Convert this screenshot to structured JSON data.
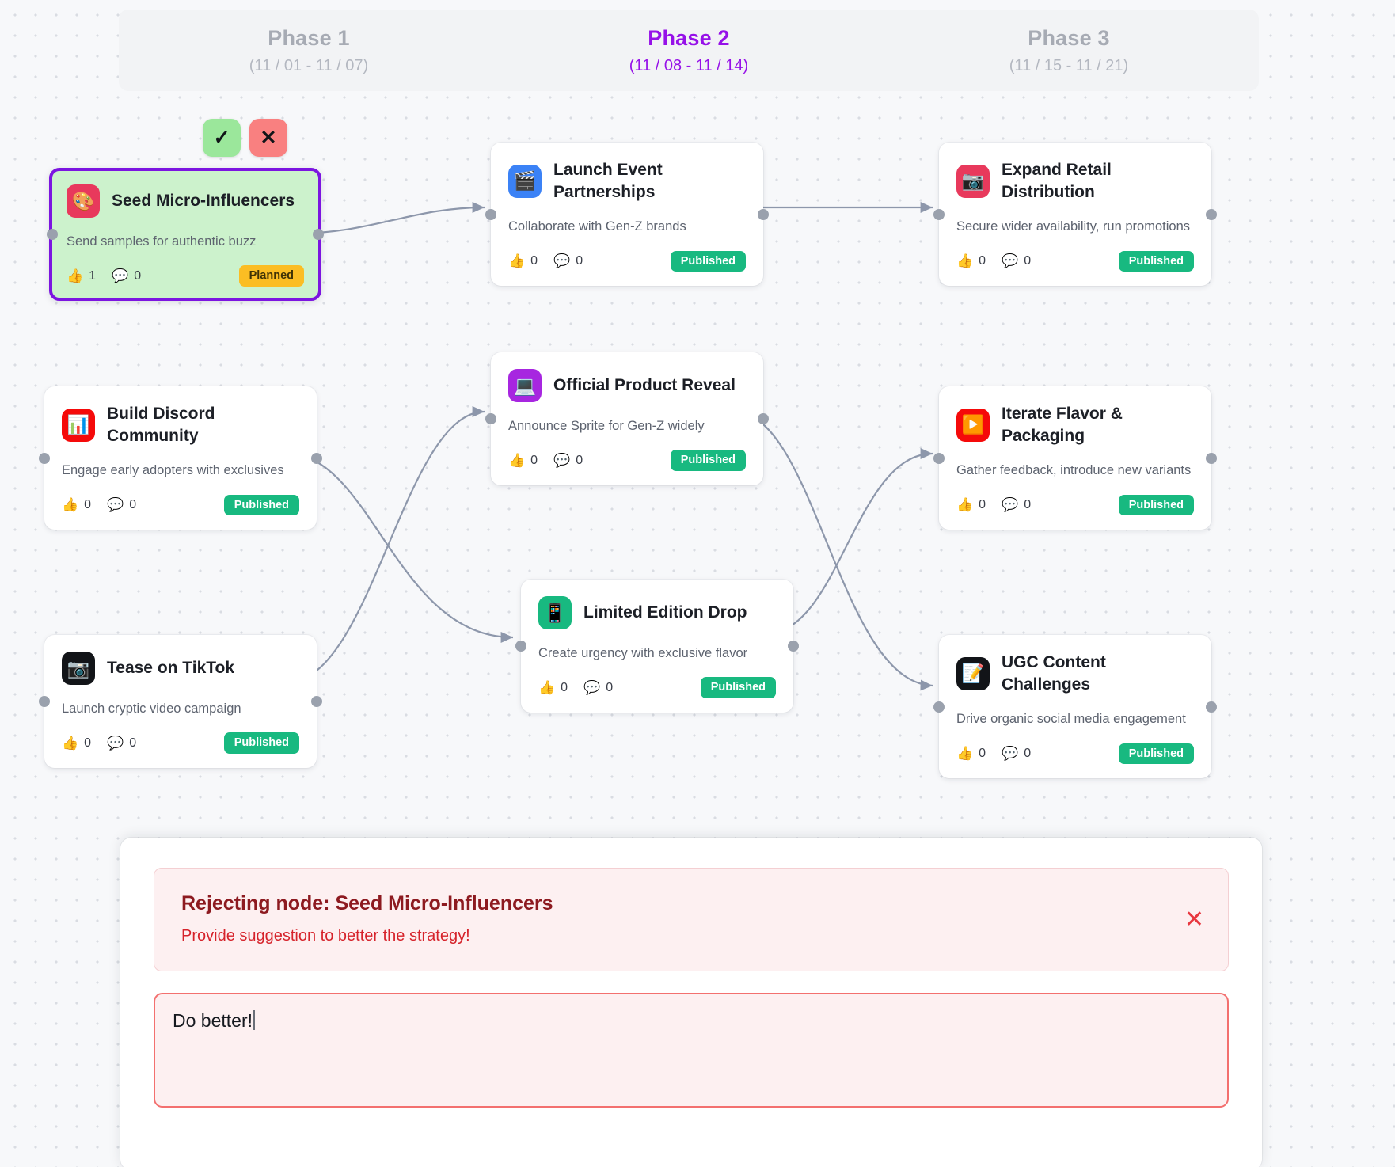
{
  "phases": [
    {
      "name": "Phase 1",
      "range": "(11 / 01 - 11 / 07)",
      "active": false
    },
    {
      "name": "Phase 2",
      "range": "(11 / 08 - 11 / 14)",
      "active": true
    },
    {
      "name": "Phase 3",
      "range": "(11 / 15 - 11 / 21)",
      "active": false
    }
  ],
  "actions": {
    "accept_label": "✓",
    "reject_label": "✕"
  },
  "nodes": [
    {
      "id": "seed-micro-influencers",
      "title": "Seed Micro-Influencers",
      "desc": "Send samples for authentic buzz",
      "emoji": "🎨",
      "emoji_bg": "#e8395c",
      "likes": "1",
      "comments": "0",
      "status": "Planned",
      "status_kind": "planned",
      "selected": true
    },
    {
      "id": "launch-event-partnerships",
      "title": "Launch Event Partnerships",
      "desc": "Collaborate with Gen-Z brands",
      "emoji": "🎬",
      "emoji_bg": "#3b82f6",
      "likes": "0",
      "comments": "0",
      "status": "Published",
      "status_kind": "published",
      "selected": false
    },
    {
      "id": "expand-retail-distribution",
      "title": "Expand Retail Distribution",
      "desc": "Secure wider availability, run promotions",
      "emoji": "📷",
      "emoji_bg": "#e8395c",
      "likes": "0",
      "comments": "0",
      "status": "Published",
      "status_kind": "published",
      "selected": false
    },
    {
      "id": "build-discord-community",
      "title": "Build Discord Community",
      "desc": "Engage early adopters with exclusives",
      "emoji": "📊",
      "emoji_bg": "#f50a0a",
      "likes": "0",
      "comments": "0",
      "status": "Published",
      "status_kind": "published",
      "selected": false
    },
    {
      "id": "official-product-reveal",
      "title": "Official Product Reveal",
      "desc": "Announce Sprite for Gen-Z widely",
      "emoji": "💻",
      "emoji_bg": "#a726e0",
      "likes": "0",
      "comments": "0",
      "status": "Published",
      "status_kind": "published",
      "selected": false
    },
    {
      "id": "iterate-flavor-packaging",
      "title": "Iterate Flavor & Packaging",
      "desc": "Gather feedback, introduce new variants",
      "emoji": "▶️",
      "emoji_bg": "#f50a0a",
      "likes": "0",
      "comments": "0",
      "status": "Published",
      "status_kind": "published",
      "selected": false
    },
    {
      "id": "tease-on-tiktok",
      "title": "Tease on TikTok",
      "desc": "Launch cryptic video campaign",
      "emoji": "📷",
      "emoji_bg": "#121418",
      "likes": "0",
      "comments": "0",
      "status": "Published",
      "status_kind": "published",
      "selected": false
    },
    {
      "id": "limited-edition-drop",
      "title": "Limited Edition Drop",
      "desc": "Create urgency with exclusive flavor",
      "emoji": "📱",
      "emoji_bg": "#18b980",
      "likes": "0",
      "comments": "0",
      "status": "Published",
      "status_kind": "published",
      "selected": false
    },
    {
      "id": "ugc-content-challenges",
      "title": "UGC Content Challenges",
      "desc": "Drive organic social media engagement",
      "emoji": "📝",
      "emoji_bg": "#121418",
      "likes": "0",
      "comments": "0",
      "status": "Published",
      "status_kind": "published",
      "selected": false
    }
  ],
  "dialog": {
    "alert_title": "Rejecting node: Seed Micro-Influencers",
    "alert_subtitle": "Provide suggestion to better the strategy!",
    "close_label": "✕",
    "feedback_value": "Do better!",
    "feedback_placeholder": ""
  },
  "colors": {
    "accent_purple": "#9611e8",
    "published_green": "#18b980",
    "planned_yellow": "#fbbd23",
    "reject_red": "#f98080",
    "accept_green": "#9be79b"
  }
}
